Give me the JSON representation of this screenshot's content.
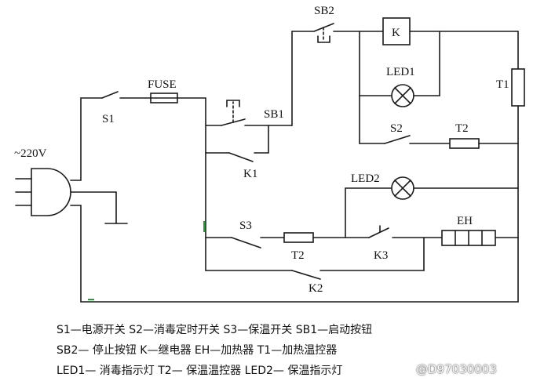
{
  "labels": {
    "source": "~220V",
    "fuse": "FUSE",
    "s1": "S1",
    "sb1": "SB1",
    "sb2": "SB2",
    "k_relay": "K",
    "k1": "K1",
    "led1": "LED1",
    "t1": "T1",
    "s2": "S2",
    "t2_upper": "T2",
    "led2": "LED2",
    "s3": "S3",
    "t2_lower": "T2",
    "k3": "K3",
    "eh": "EH",
    "k2": "K2"
  },
  "legend": {
    "line1": "S1—电源开关  S2—消毒定时开关    S3—保温开关     SB1—启动按钮",
    "line2": "SB2— 停止按钮   K—继电器    EH—加热器      T1—加热温控器",
    "line3": "LED1— 消毒指示灯   T2— 保温温控器     LED2— 保温指示灯"
  },
  "watermark": "@D97030003",
  "colors": {
    "line": "#1a1a1a",
    "background": "#ffffff",
    "marker": "#2a9a3a"
  }
}
